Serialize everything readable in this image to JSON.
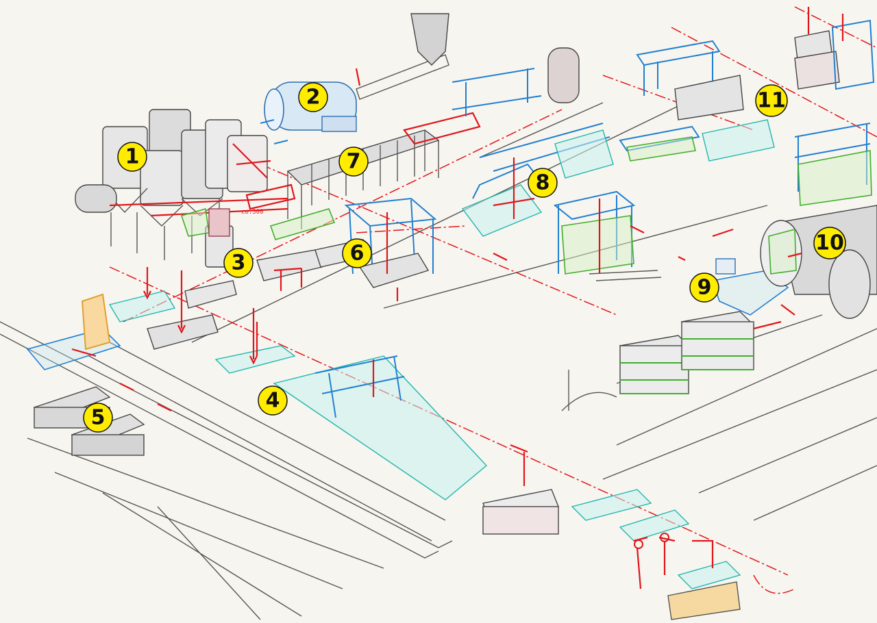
{
  "colors": {
    "marker": "#ffec00",
    "red": "#e0151b",
    "blue": "#1f7fd1",
    "cyan": "#1fb6ad",
    "green": "#3fae2a",
    "pencil": "#4a4a4a"
  },
  "markers": [
    {
      "id": "m1",
      "text": "1"
    },
    {
      "id": "m2",
      "text": "2"
    },
    {
      "id": "m3",
      "text": "3"
    },
    {
      "id": "m4",
      "text": "4"
    },
    {
      "id": "m5",
      "text": "5"
    },
    {
      "id": "m6",
      "text": "6"
    },
    {
      "id": "m7",
      "text": "7"
    },
    {
      "id": "m8",
      "text": "8"
    },
    {
      "id": "m9",
      "text": "9"
    },
    {
      "id": "m10",
      "text": "10"
    },
    {
      "id": "m11",
      "text": "11"
    }
  ],
  "annotations": {
    "mixer_label": "co.300"
  }
}
